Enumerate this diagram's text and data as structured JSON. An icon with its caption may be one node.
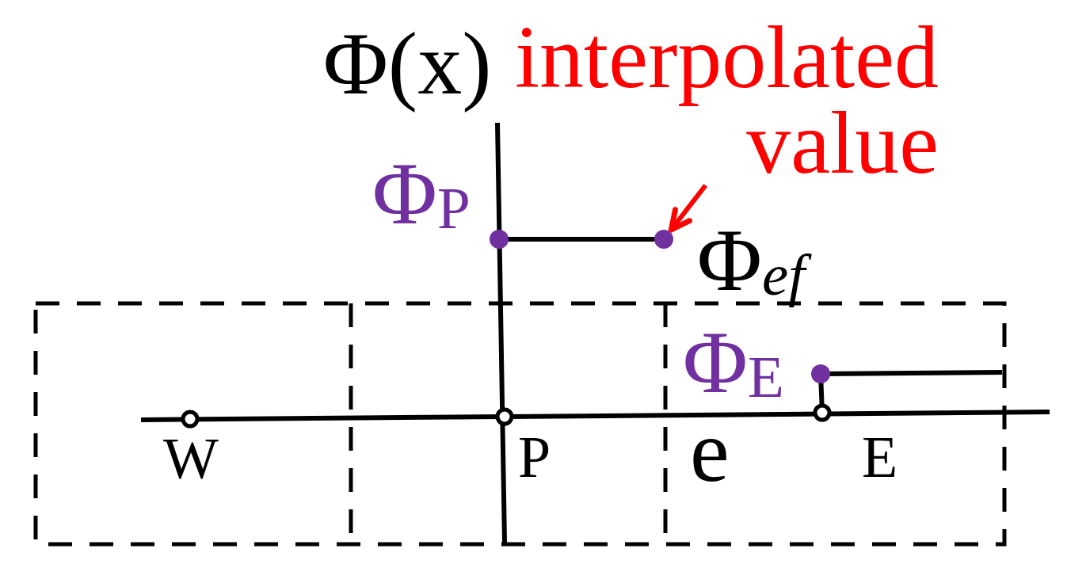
{
  "diagram": {
    "nodes": [
      {
        "text": [
          "interpolated value"
        ]
      },
      {
        "text": [],
        "shape": "circle",
        "beside": [
          "Φ$_{ef}$"
        ]
      }
    ],
    "edges": [
      {
        "from": 0,
        "to": 1,
        "arrow": "to",
        "color": "#ff0000"
      }
    ],
    "labels": [
      "Φ(x)",
      "Φ$_{P}$",
      "Φ$_{E}$",
      "W",
      "P",
      "e",
      "E"
    ]
  }
}
